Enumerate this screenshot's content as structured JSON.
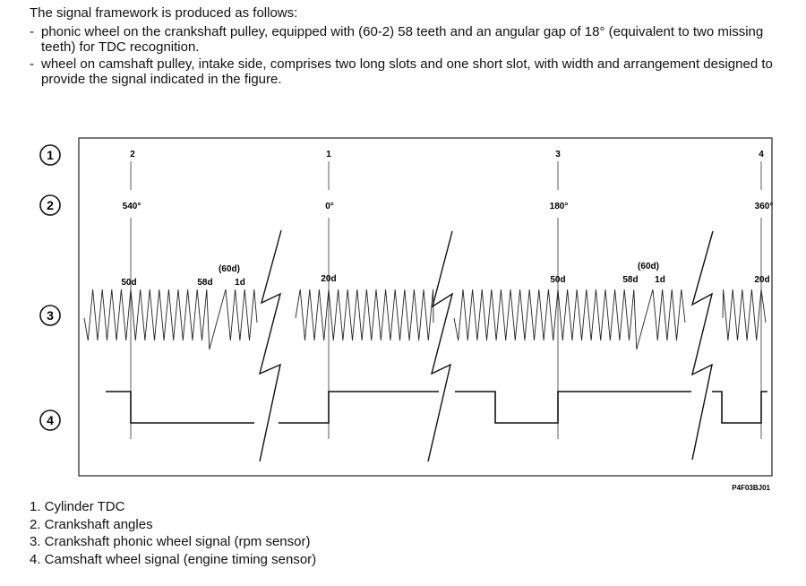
{
  "intro": "The signal framework is produced as follows:",
  "bullets": [
    {
      "dash": "-",
      "text": "phonic wheel on the crankshaft pulley, equipped with (60-2) 58 teeth and an angular gap of 18° (equivalent to two missing teeth) for TDC recognition."
    },
    {
      "dash": "-",
      "text": "wheel on camshaft pulley, intake side, comprises two long slots and one short slot, with width and arrangement designed to provide the signal indicated in the figure."
    }
  ],
  "figure": {
    "row_markers": [
      "1",
      "2",
      "3",
      "4"
    ],
    "cylinders": [
      "2",
      "1",
      "3",
      "4"
    ],
    "angles": [
      "540°",
      "0°",
      "180°",
      "360°"
    ],
    "tooth_labels": {
      "d50a": "50d",
      "d58a": "58d",
      "d60a": "(60d)",
      "d1a": "1d",
      "d20a": "20d",
      "d50b": "50d",
      "d58b": "58d",
      "d60b": "(60d)",
      "d1b": "1d",
      "d20b": "20d"
    },
    "code": "P4F03BJ01"
  },
  "legend": [
    "1. Cylinder TDC",
    "2. Crankshaft angles",
    "3. Crankshaft phonic wheel signal (rpm sensor)",
    "4. Camshaft wheel signal (engine timing sensor)"
  ]
}
